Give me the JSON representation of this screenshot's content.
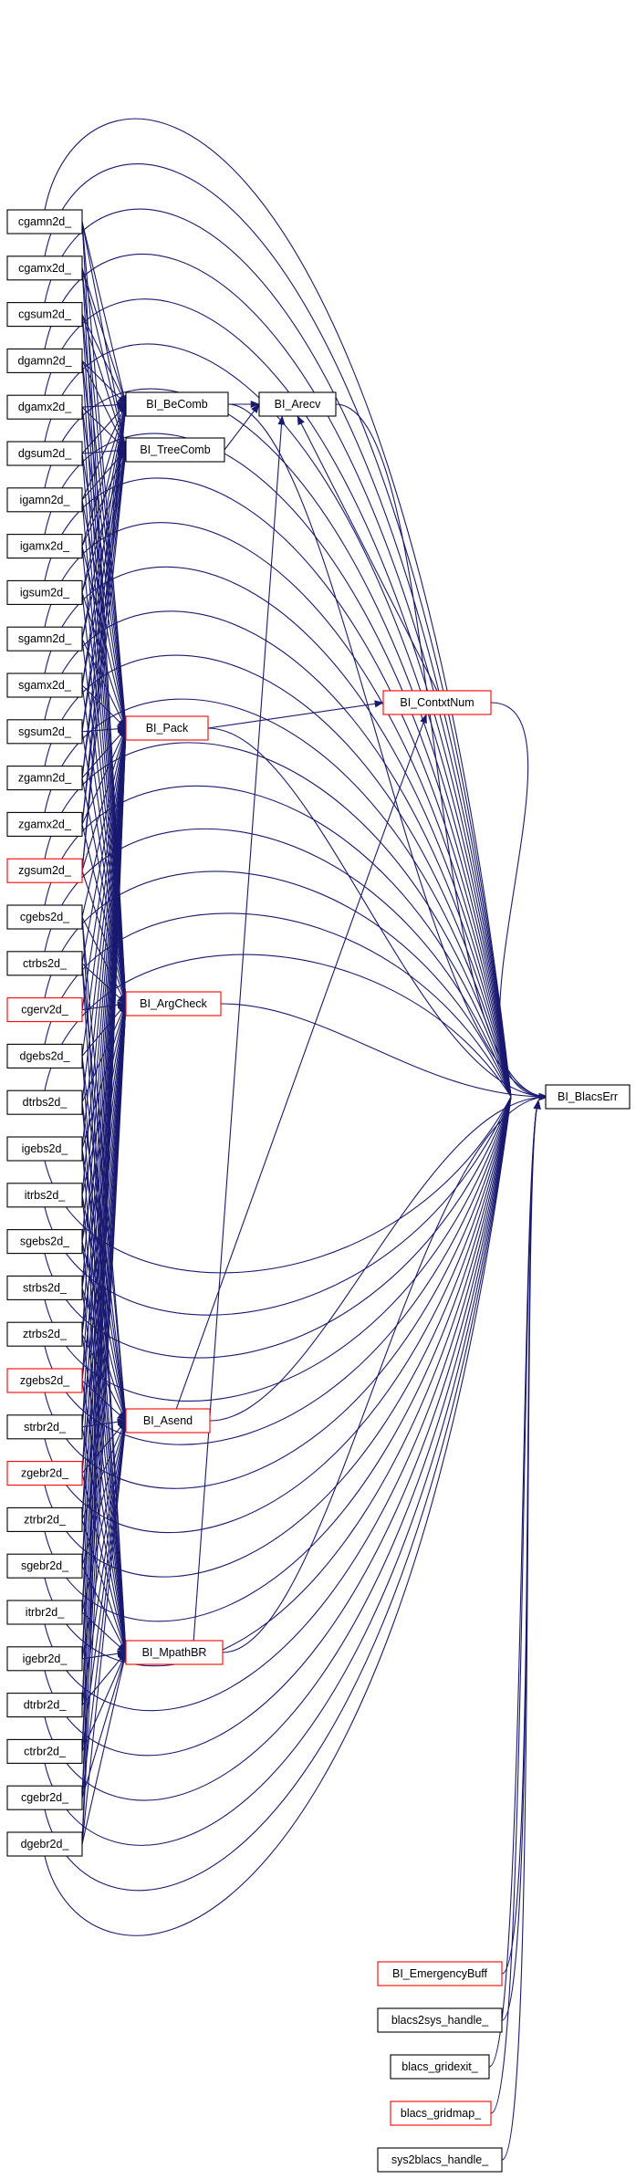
{
  "colors": {
    "edge": "#191970",
    "border_normal": "#000000",
    "border_incomplete": "#ff0000",
    "target_fill": "#bfbfbf",
    "node_fill": "#ffffff"
  },
  "target": {
    "id": "BI_BlacsErr",
    "label": "BI_BlacsErr"
  },
  "middle_nodes": [
    {
      "id": "BI_BeComb",
      "label": "BI_BeComb",
      "border": "black"
    },
    {
      "id": "BI_TreeComb",
      "label": "BI_TreeComb",
      "border": "black"
    },
    {
      "id": "BI_Arecv",
      "label": "BI_Arecv",
      "border": "black"
    },
    {
      "id": "BI_ContxtNum",
      "label": "BI_ContxtNum",
      "border": "red"
    },
    {
      "id": "BI_Pack",
      "label": "BI_Pack",
      "border": "red"
    },
    {
      "id": "BI_ArgCheck",
      "label": "BI_ArgCheck",
      "border": "red"
    },
    {
      "id": "BI_Asend",
      "label": "BI_Asend",
      "border": "red"
    },
    {
      "id": "BI_MpathBR",
      "label": "BI_MpathBR",
      "border": "red"
    }
  ],
  "left_nodes": [
    {
      "id": "cgamn2d_",
      "label": "cgamn2d_",
      "border": "black"
    },
    {
      "id": "cgamx2d_",
      "label": "cgamx2d_",
      "border": "black"
    },
    {
      "id": "cgsum2d_",
      "label": "cgsum2d_",
      "border": "black"
    },
    {
      "id": "dgamn2d_",
      "label": "dgamn2d_",
      "border": "black"
    },
    {
      "id": "dgamx2d_",
      "label": "dgamx2d_",
      "border": "black"
    },
    {
      "id": "dgsum2d_",
      "label": "dgsum2d_",
      "border": "black"
    },
    {
      "id": "igamn2d_",
      "label": "igamn2d_",
      "border": "black"
    },
    {
      "id": "igamx2d_",
      "label": "igamx2d_",
      "border": "black"
    },
    {
      "id": "igsum2d_",
      "label": "igsum2d_",
      "border": "black"
    },
    {
      "id": "sgamn2d_",
      "label": "sgamn2d_",
      "border": "black"
    },
    {
      "id": "sgamx2d_",
      "label": "sgamx2d_",
      "border": "black"
    },
    {
      "id": "sgsum2d_",
      "label": "sgsum2d_",
      "border": "black"
    },
    {
      "id": "zgamn2d_",
      "label": "zgamn2d_",
      "border": "black"
    },
    {
      "id": "zgamx2d_",
      "label": "zgamx2d_",
      "border": "black"
    },
    {
      "id": "zgsum2d_",
      "label": "zgsum2d_",
      "border": "red"
    },
    {
      "id": "cgebs2d_",
      "label": "cgebs2d_",
      "border": "black"
    },
    {
      "id": "ctrbs2d_",
      "label": "ctrbs2d_",
      "border": "black"
    },
    {
      "id": "cgerv2d_",
      "label": "cgerv2d_",
      "border": "red"
    },
    {
      "id": "dgebs2d_",
      "label": "dgebs2d_",
      "border": "black"
    },
    {
      "id": "dtrbs2d_",
      "label": "dtrbs2d_",
      "border": "black"
    },
    {
      "id": "igebs2d_",
      "label": "igebs2d_",
      "border": "black"
    },
    {
      "id": "itrbs2d_",
      "label": "itrbs2d_",
      "border": "black"
    },
    {
      "id": "sgebs2d_",
      "label": "sgebs2d_",
      "border": "black"
    },
    {
      "id": "strbs2d_",
      "label": "strbs2d_",
      "border": "black"
    },
    {
      "id": "ztrbs2d_",
      "label": "ztrbs2d_",
      "border": "black"
    },
    {
      "id": "zgebs2d_",
      "label": "zgebs2d_",
      "border": "red"
    },
    {
      "id": "strbr2d_",
      "label": "strbr2d_",
      "border": "black"
    },
    {
      "id": "zgebr2d_",
      "label": "zgebr2d_",
      "border": "red"
    },
    {
      "id": "ztrbr2d_",
      "label": "ztrbr2d_",
      "border": "black"
    },
    {
      "id": "sgebr2d_",
      "label": "sgebr2d_",
      "border": "black"
    },
    {
      "id": "itrbr2d_",
      "label": "itrbr2d_",
      "border": "black"
    },
    {
      "id": "igebr2d_",
      "label": "igebr2d_",
      "border": "black"
    },
    {
      "id": "dtrbr2d_",
      "label": "dtrbr2d_",
      "border": "black"
    },
    {
      "id": "ctrbr2d_",
      "label": "ctrbr2d_",
      "border": "black"
    },
    {
      "id": "cgebr2d_",
      "label": "cgebr2d_",
      "border": "black"
    },
    {
      "id": "dgebr2d_",
      "label": "dgebr2d_",
      "border": "black"
    }
  ],
  "bottom_nodes": [
    {
      "id": "BI_EmergencyBuff",
      "label": "BI_EmergencyBuff",
      "border": "red"
    },
    {
      "id": "blacs2sys_handle_",
      "label": "blacs2sys_handle_",
      "border": "black"
    },
    {
      "id": "blacs_gridexit_",
      "label": "blacs_gridexit_",
      "border": "black"
    },
    {
      "id": "blacs_gridmap_",
      "label": "blacs_gridmap_",
      "border": "red"
    },
    {
      "id": "sys2blacs_handle_",
      "label": "sys2blacs_handle_",
      "border": "black"
    }
  ]
}
